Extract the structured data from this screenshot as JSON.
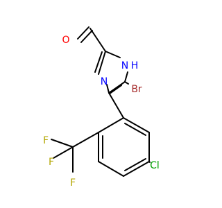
{
  "molecule": {
    "atoms": {
      "O": {
        "label": "O",
        "color": "#ff0000"
      },
      "NH": {
        "label": "N",
        "hlabel": "H",
        "color": "#0000ff"
      },
      "N": {
        "label": "N",
        "color": "#0000ff"
      },
      "Br": {
        "label": "Br",
        "color": "#a52a2a"
      },
      "Cl": {
        "label": "Cl",
        "color": "#00a000"
      },
      "F1": {
        "label": "F",
        "color": "#b3a600"
      },
      "F2": {
        "label": "F",
        "color": "#b3a600"
      },
      "F3": {
        "label": "F",
        "color": "#b3a600"
      }
    },
    "bond_color": "#000000"
  }
}
